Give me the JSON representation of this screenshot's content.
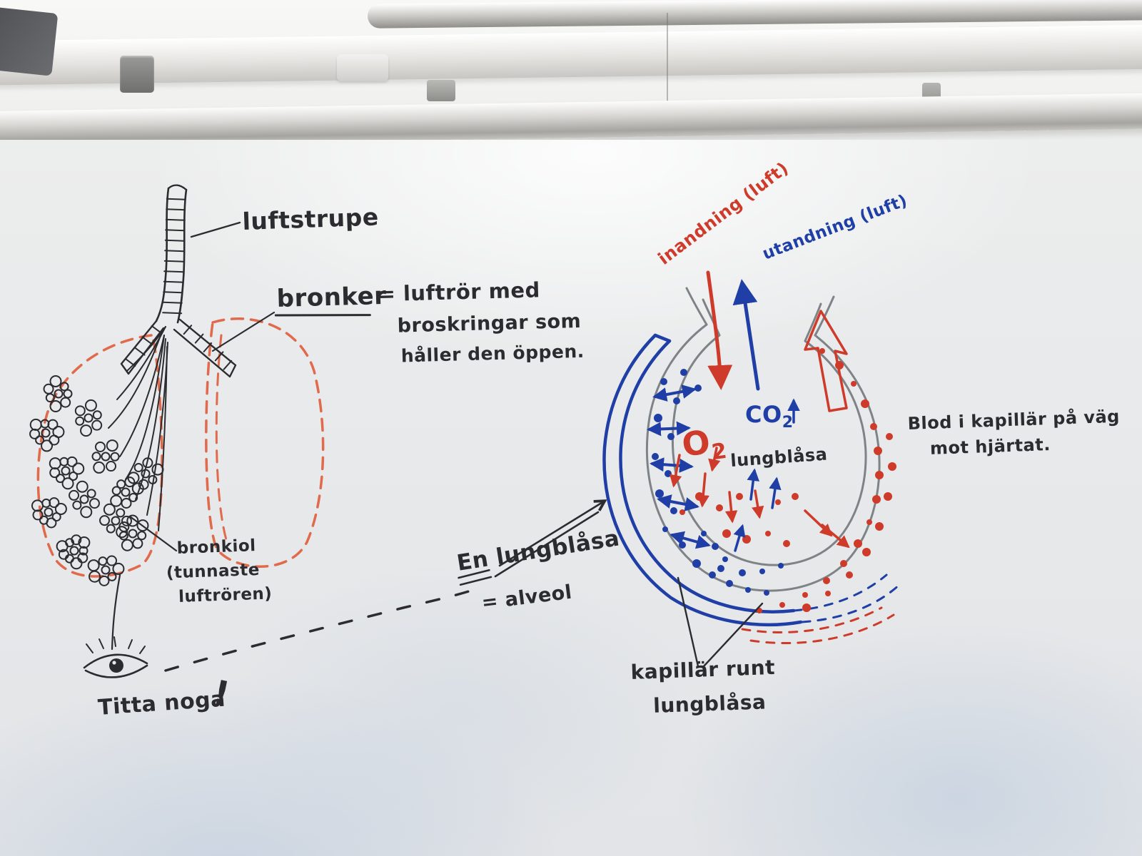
{
  "board": {
    "left": {
      "luftstrupe": "luftstrupe",
      "bronker_term": "bronker",
      "bronker_eq": "= luftrör med",
      "bronker_line2": "broskringar som",
      "bronker_line3": "håller den öppen.",
      "bronkiol_line1": "bronkiol",
      "bronkiol_line2": "(tunnaste",
      "bronkiol_line3": "luftrören)",
      "titta": "Titta noga",
      "titta_bang": "!"
    },
    "center": {
      "en_lungblasa": "En lungblåsa",
      "alveol": "= alveol"
    },
    "right": {
      "inandning": "inandning (luft)",
      "utandning": "utandning (luft)",
      "co2_main": "CO",
      "co2_sub": "2",
      "o2_main": "O",
      "o2_sub": "2",
      "lungblasa": "lungblåsa",
      "blod_line1": "Blod i kapillär på väg",
      "blod_line2": "mot hjärtat.",
      "kapillar_line1": "kapillär runt",
      "kapillar_line2": "lungblåsa"
    },
    "colors": {
      "marker_black": "#2b2b30",
      "marker_red": "#cf3b2a",
      "marker_blue": "#1f3fa6",
      "marker_orange": "#e06a4b",
      "marker_gray": "#7e8387"
    }
  }
}
